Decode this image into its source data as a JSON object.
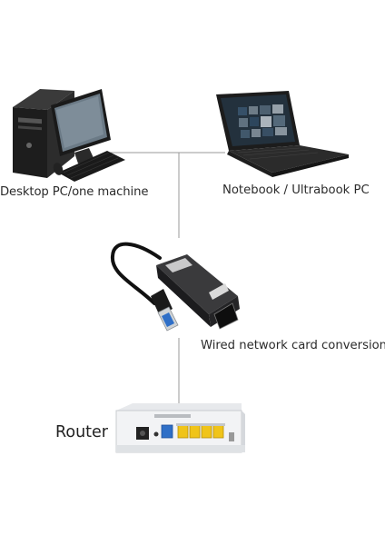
{
  "labels": {
    "desktop": "Desktop PC/one machine",
    "notebook": "Notebook / Ultrabook PC",
    "adapter": "Wired network card conversion",
    "router": "Router"
  },
  "colors": {
    "connector_line": "#9a9a9a",
    "router_body": "#f2f3f5",
    "router_port_yellow": "#f0c419",
    "router_port_blue": "#2f6fc7",
    "adapter_body": "#2a2a2c",
    "cable": "#111111"
  },
  "icons": [
    "desktop-computer-image",
    "laptop-image",
    "usb-ethernet-adapter-image",
    "router-image"
  ]
}
